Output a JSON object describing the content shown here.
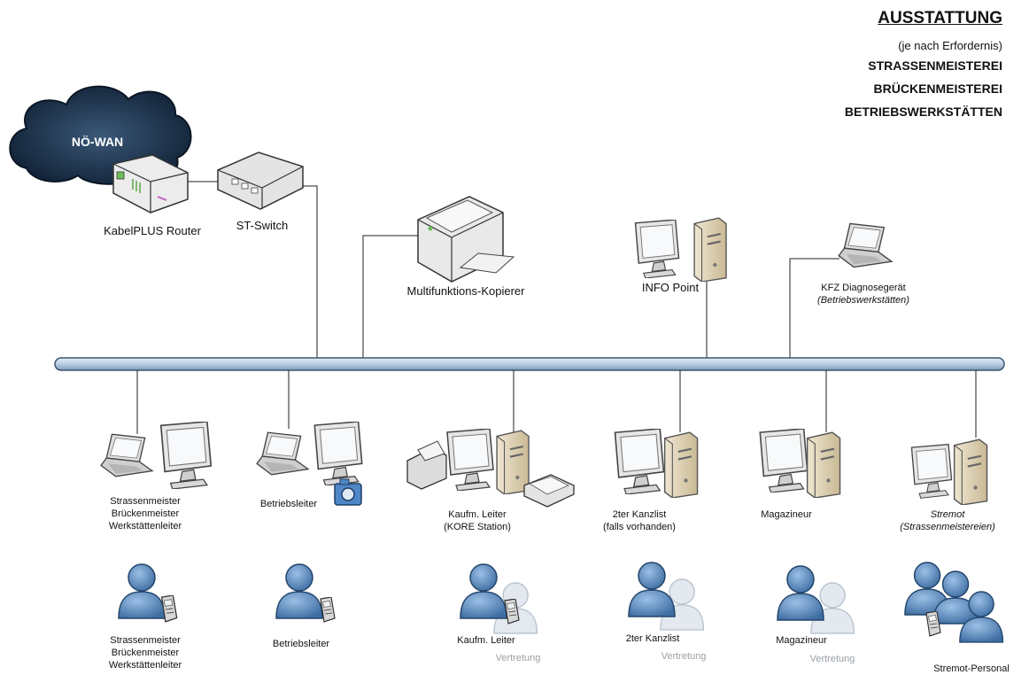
{
  "header": {
    "title": "AUSSTATTUNG",
    "subtitle": "(je nach Erfordernis)",
    "lines": [
      "STRASSENMEISTEREI",
      "BRÜCKENMEISTEREI",
      "BETRIEBSWERKSTÄTTEN"
    ]
  },
  "top": {
    "cloud": "NÖ-WAN",
    "router": "KabelPLUS Router",
    "switch": "ST-Switch",
    "copier": "Multifunktions-Kopierer",
    "info": "INFO Point",
    "kfz_line1": "KFZ Diagnosegerät",
    "kfz_line2": "(Betriebswerkstätten)"
  },
  "stations": [
    {
      "l1": "Strassenmeister",
      "l2": "Brückenmeister",
      "l3": "Werkstättenleiter"
    },
    {
      "l1": "Betriebsleiter"
    },
    {
      "l1": "Kaufm. Leiter",
      "l2": "(KORE Station)"
    },
    {
      "l1": "2ter Kanzlist",
      "l2": "(falls vorhanden)"
    },
    {
      "l1": "Magazineur"
    },
    {
      "l1": "Stremot",
      "l2": "(Strassenmeistereien)"
    }
  ],
  "people": [
    {
      "l1": "Strassenmeister",
      "l2": "Brückenmeister",
      "l3": "Werkstättenleiter"
    },
    {
      "l1": "Betriebsleiter"
    },
    {
      "l1": "Kaufm. Leiter",
      "deputy": "Vertretung"
    },
    {
      "l1": "2ter Kanzlist",
      "deputy": "Vertretung"
    },
    {
      "l1": "Magazineur",
      "deputy": "Vertretung"
    },
    {
      "l1": "Stremot-Personal"
    }
  ],
  "colors": {
    "bus_fill": "#b9cde3",
    "bus_stroke": "#3d5571",
    "cloud": "#1e3550",
    "person": "#4f7fb5",
    "person_faded": "#d6dde6"
  }
}
